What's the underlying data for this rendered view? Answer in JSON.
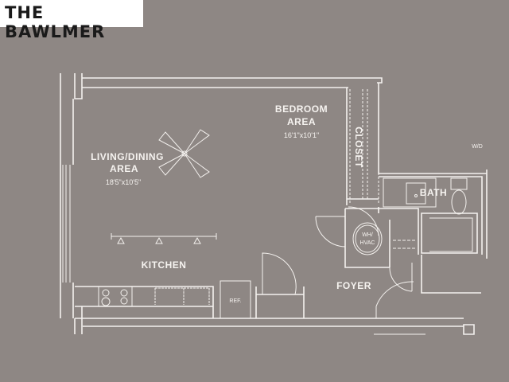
{
  "title": "THE BAWLMER",
  "rooms": {
    "living": {
      "name_line1": "LIVING/DINING",
      "name_line2": "AREA",
      "dimensions": "18'5\"x10'5\""
    },
    "bedroom": {
      "name_line1": "BEDROOM",
      "name_line2": "AREA",
      "dimensions": "16'1\"x10'1\""
    },
    "closet": "CLOSET",
    "bath": "BATH",
    "kitchen": "KITCHEN",
    "foyer": "FOYER",
    "ref": "REF.",
    "wh_line1": "WH/",
    "wh_line2": "HVAC",
    "wd": "W/D"
  },
  "colors": {
    "background": "#8e8784",
    "lines": "#f4f1ee",
    "title_bg": "#ffffff"
  }
}
